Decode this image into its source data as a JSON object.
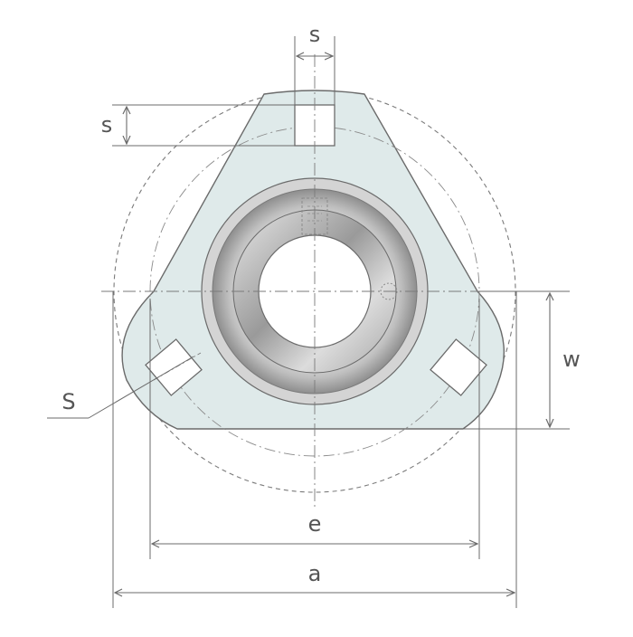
{
  "labels": {
    "slot_width_top": "s",
    "slot_height_left": "s",
    "slot_side": "S",
    "width_right": "w",
    "bolt_spacing": "e",
    "overall_width": "a"
  },
  "colors": {
    "housing_fill": "#dfeaea",
    "housing_stroke": "#6b6b6b",
    "dim_line": "#6b6b6b",
    "text": "#555555",
    "bearing_outer": "#c9c9c9",
    "bearing_inner": "#b8b8b8",
    "bore": "#ffffff"
  }
}
